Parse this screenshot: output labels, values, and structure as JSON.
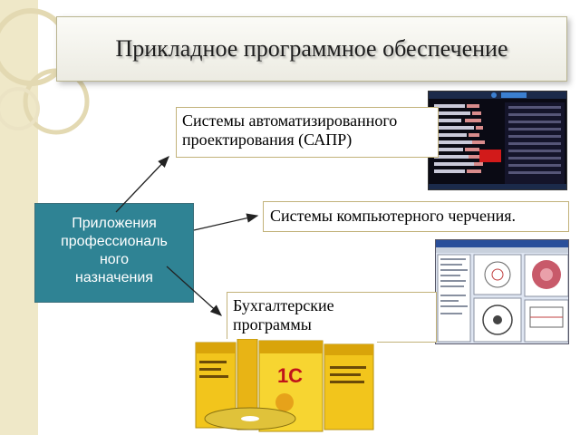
{
  "slide": {
    "title": "Прикладное программное обеспечение"
  },
  "center": {
    "lines": [
      "Приложения",
      "профессиональ",
      "ного",
      "назначения"
    ]
  },
  "boxes": {
    "sapr": {
      "line1": "Системы  автоматизированного",
      "line2": "проектирования    (САПР)"
    },
    "drawing": {
      "text": "Системы компьютерного черчения."
    },
    "accounting": {
      "line1": "Бухгалтерские",
      "line2": "программы"
    }
  },
  "images": {
    "sapr_screenshot": "cad-analysis-screenshot",
    "cad_screenshot": "drafting-software-screenshot",
    "accounting_boxes": "1c-accounting-software-boxes"
  },
  "colors": {
    "center_fill": "#2f8394",
    "box_border": "#c2b27a",
    "arrow": "#222222",
    "stripe": "#efe8c8"
  }
}
